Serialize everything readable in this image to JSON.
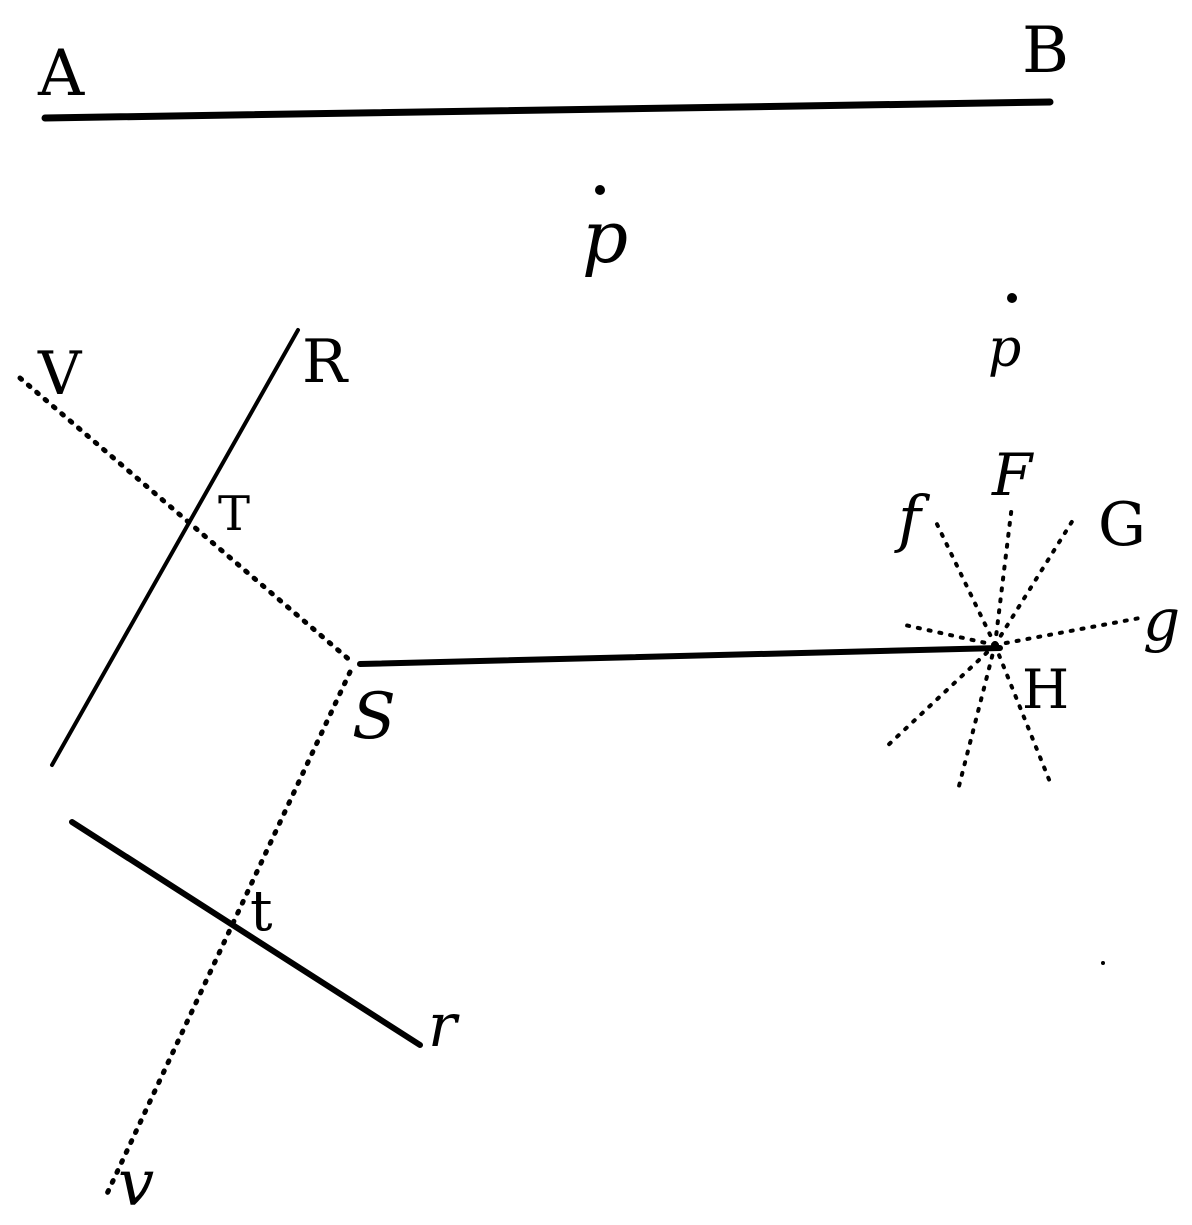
{
  "labels": {
    "A": "A",
    "B": "B",
    "p_upper": "p",
    "p_right": "p",
    "V": "V",
    "R": "R",
    "T": "T",
    "S": "S",
    "t": "t",
    "r": "r",
    "v": "v",
    "f": "f",
    "F": "F",
    "G": "G",
    "g": "g",
    "H": "H"
  }
}
